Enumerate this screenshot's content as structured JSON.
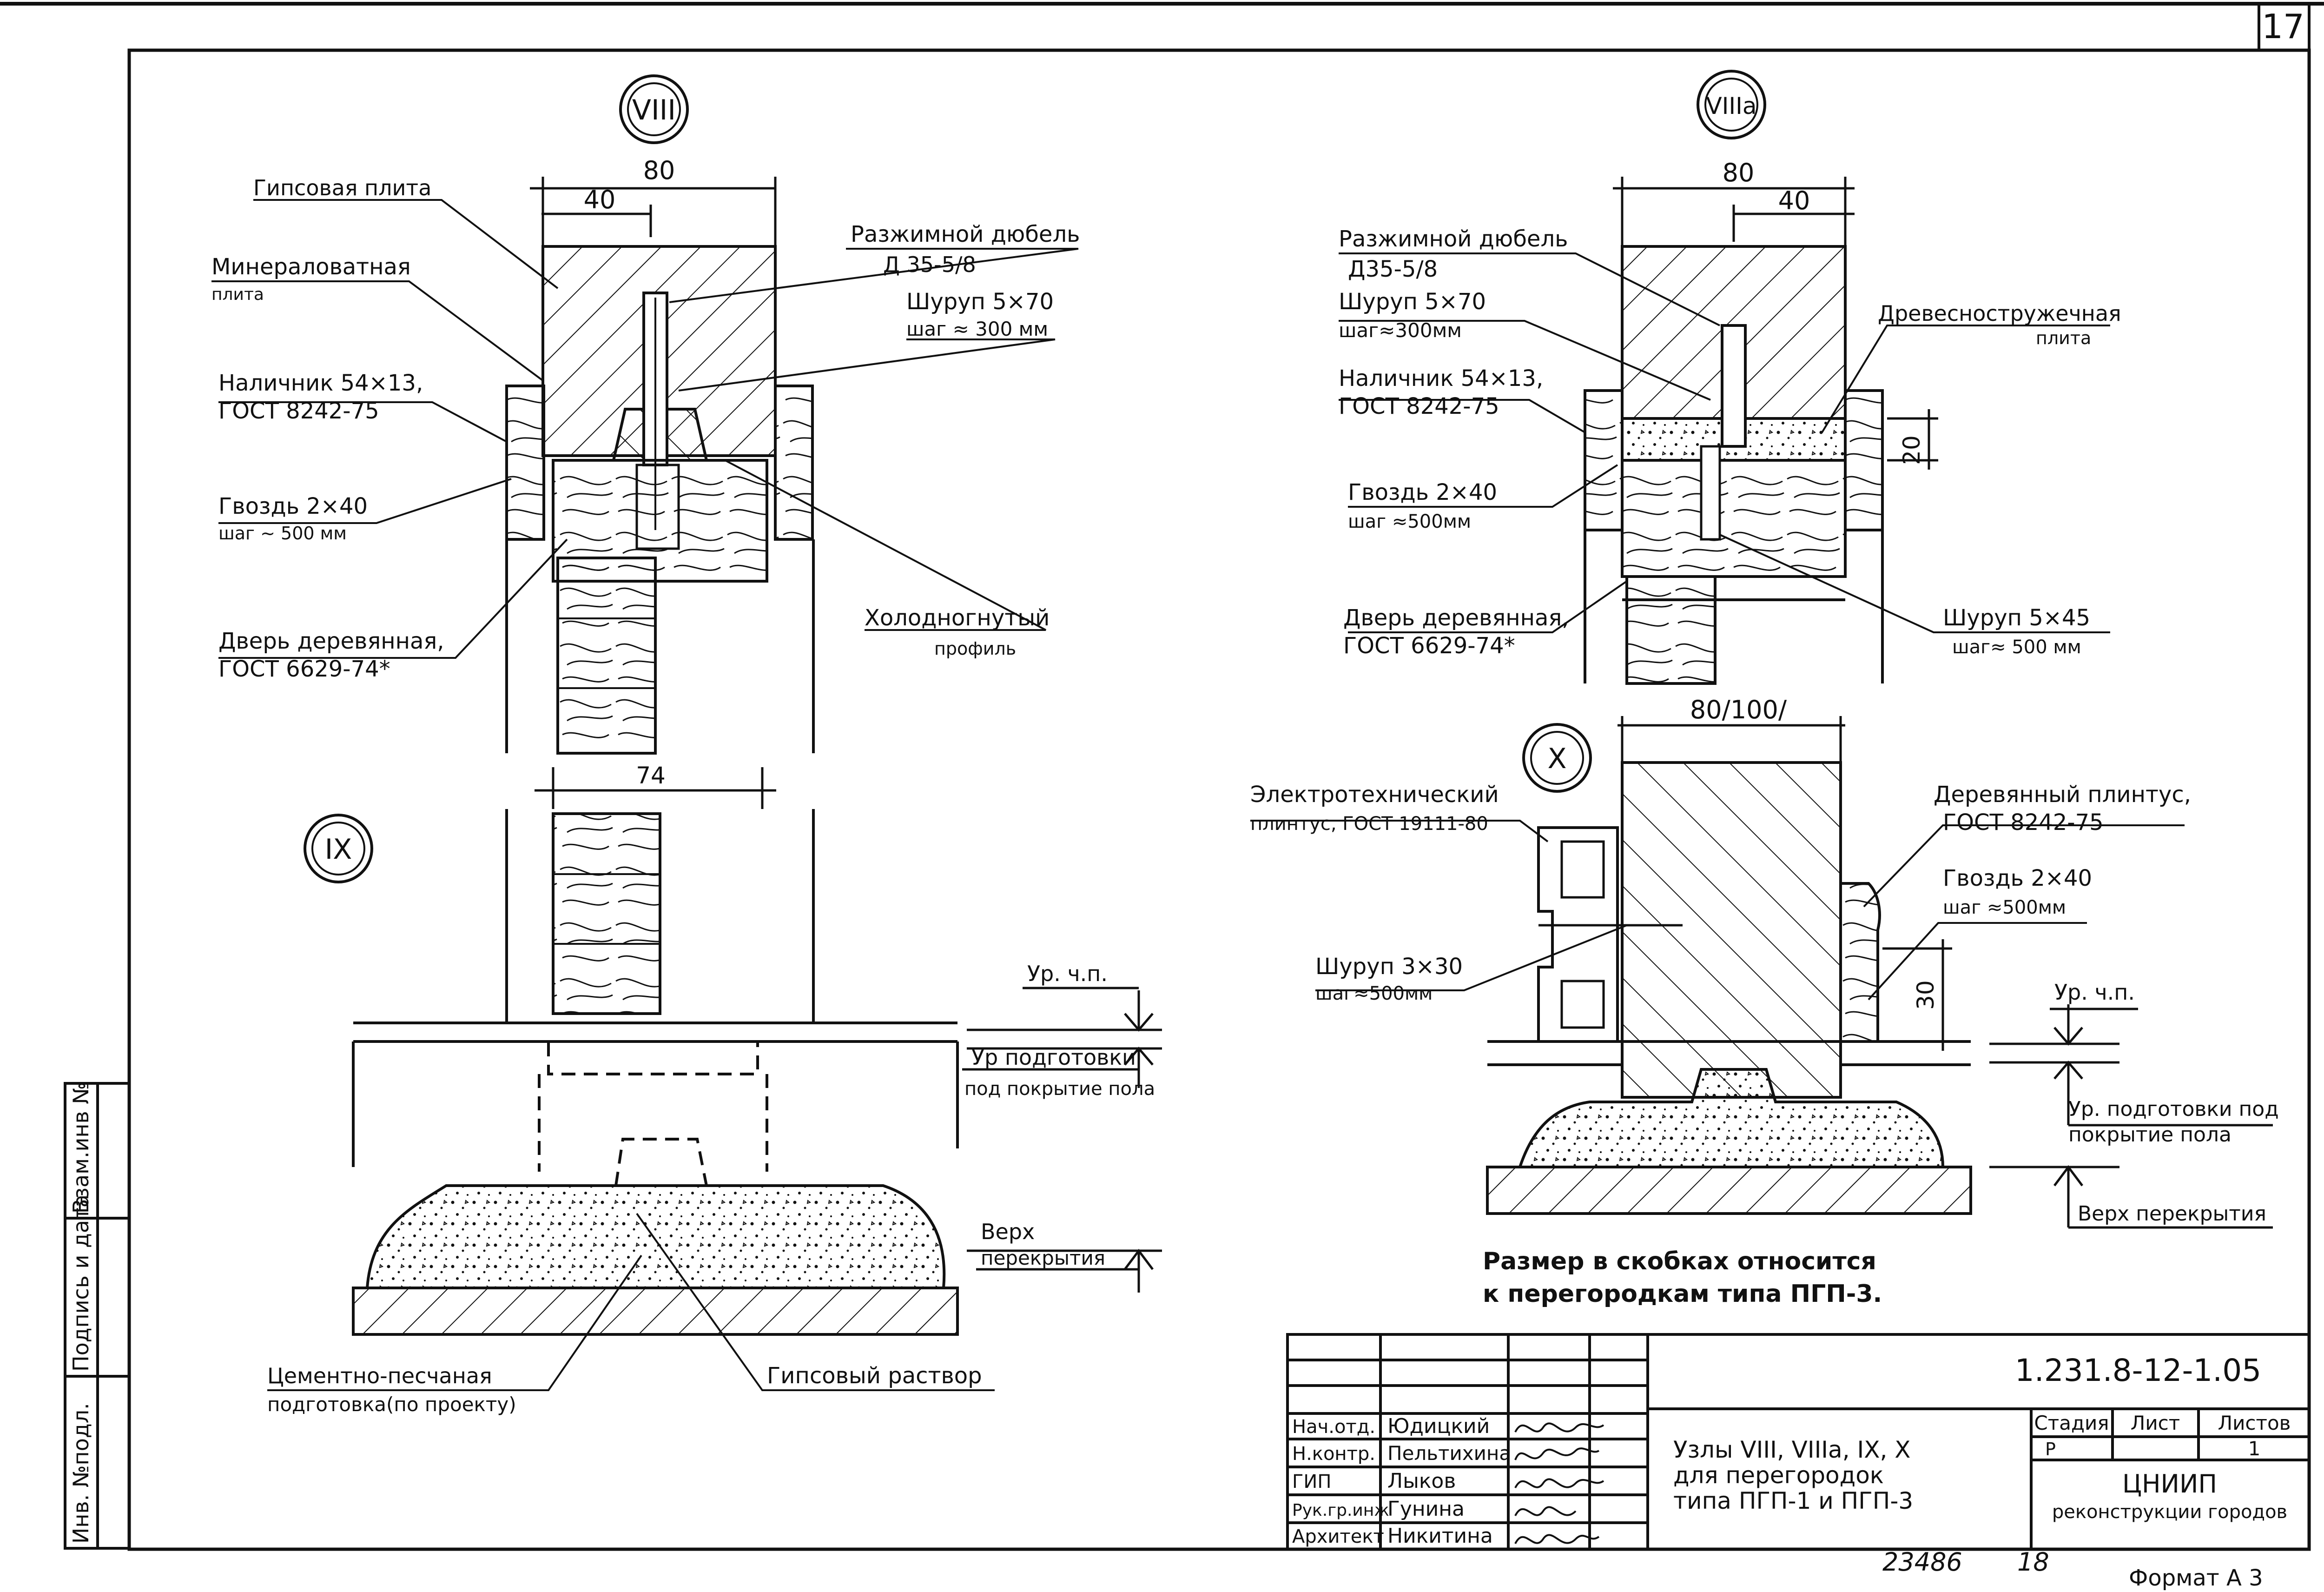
{
  "sheet": {
    "number": "17",
    "doc_code": "1.231.8-12-1.05",
    "inventory": "23486",
    "copy_no": "18",
    "format": "Формат А 3"
  },
  "side_stamp": [
    "Инв. №подл.",
    "Подпись и дата",
    "Взам.инв №"
  ],
  "nodes": {
    "n8": {
      "marker": "VIII",
      "dim_total": "80",
      "dim_half": "40",
      "labels": {
        "gypsum": "Гипсовая плита",
        "mineral_1": "Минераловатная",
        "mineral_2": "плита",
        "trim_1": "Наличник 54×13,",
        "trim_2": "ГОСТ 8242-75",
        "nail_1": "Гвоздь 2×40",
        "nail_2": "шаг ~ 500 мм",
        "door_1": "Дверь деревянная,",
        "door_2": "ГОСТ 6629-74*",
        "dowel_1": "Разжимной дюбель",
        "dowel_2": "Д 35-5/8",
        "screw_1": "Шуруп 5×70",
        "screw_2": "шаг ≈ 300 мм",
        "profile_1": "Холодногнутый",
        "profile_2": "профиль"
      }
    },
    "n8a": {
      "marker": "VIIIa",
      "dim_total": "80",
      "dim_half": "40",
      "dim_20": "20",
      "labels": {
        "dowel_1": "Разжимной дюбель",
        "dowel_2": "Д35-5/8",
        "screw_1": "Шуруп 5×70",
        "screw_2": "шаг≈300мм",
        "trim_1": "Наличник 54×13,",
        "trim_2": "ГОСТ 8242-75",
        "nail_1": "Гвоздь 2×40",
        "nail_2": "шаг ≈500мм",
        "door_1": "Дверь деревянная,",
        "door_2": "ГОСТ 6629-74*",
        "chip_1": "Древесностружечная",
        "chip_2": "плита",
        "screw45_1": "Шуруп 5×45",
        "screw45_2": "шаг≈ 500 мм"
      }
    },
    "n9": {
      "marker": "IX",
      "dim_74": "74",
      "labels": {
        "fl_1": "Ур. ч.п.",
        "prep_1": "Ур подготовки",
        "prep_2": "под покрытие пола",
        "top_1": "Верх",
        "top_2": "перекрытия",
        "cem_1": "Цементно-песчаная",
        "cem_2": "подготовка(по проекту)",
        "gyp": "Гипсовый раствор"
      }
    },
    "n10": {
      "marker": "X",
      "dim_total": "80/100/",
      "dim_30": "30",
      "labels": {
        "el_1": "Электротехнический",
        "el_2": "плинтус, ГОСТ 19111-80",
        "wood_1": "Деревянный плинтус,",
        "wood_2": "ГОСТ 8242-75",
        "nail_1": "Гвоздь 2×40",
        "nail_2": "шаг ≈500мм",
        "screw_1": "Шуруп 3×30",
        "screw_2": "шаг≈500мм",
        "fl_1": "Ур. ч.п.",
        "prep_1": "Ур. подготовки под",
        "prep_2": "покрытие пола",
        "top_1": "Верх перекрытия"
      }
    }
  },
  "note": [
    "Размер в скобках относится",
    "к перегородкам типа ПГП-3."
  ],
  "title_block": {
    "roles": [
      "Нач.отд.",
      "Н.контр.",
      "ГИП",
      "Рук.гр.инж",
      "Архитект"
    ],
    "names": [
      "Юдицкий",
      "Пельтихина",
      "Лыков",
      "Гунина",
      "Никитина"
    ],
    "title": [
      "Узлы VIII, VIIIa, IX, X",
      "для перегородок",
      "типа ПГП-1 и ПГП-3"
    ],
    "stage_head": "Стадия",
    "sheet_head": "Лист",
    "sheets_head": "Листов",
    "stage": "Р",
    "sheet": "",
    "sheets": "1",
    "org": [
      "ЦНИИП",
      "реконструкции городов"
    ]
  }
}
